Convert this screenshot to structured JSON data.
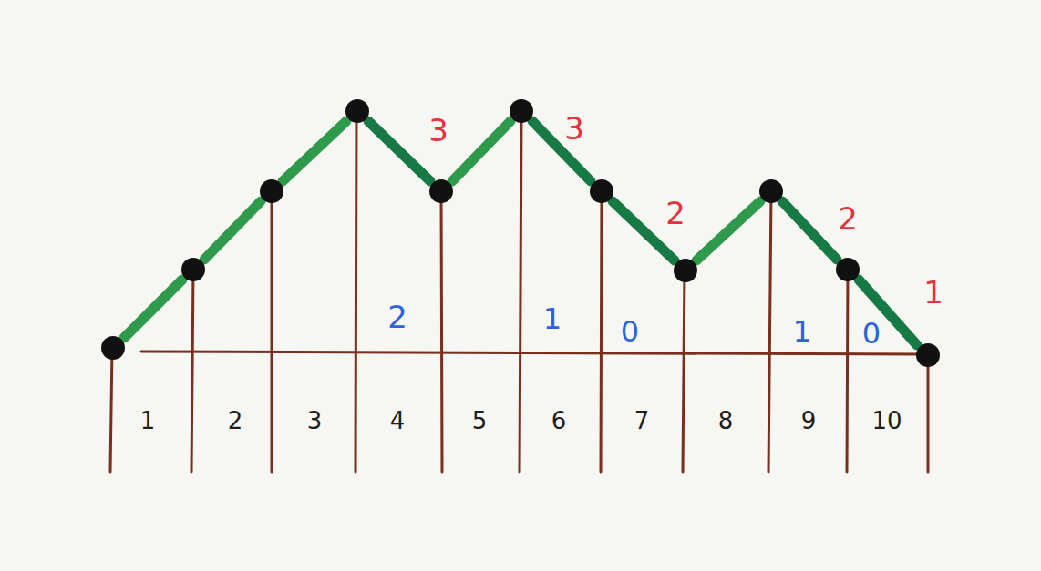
{
  "diagram": {
    "labels": [
      "3",
      "3",
      "2",
      "2",
      "1",
      "2",
      "1",
      "0",
      "1",
      "0",
      "1",
      "2",
      "3",
      "4",
      "5",
      "6",
      "7",
      "8",
      "9",
      "10"
    ]
  }
}
